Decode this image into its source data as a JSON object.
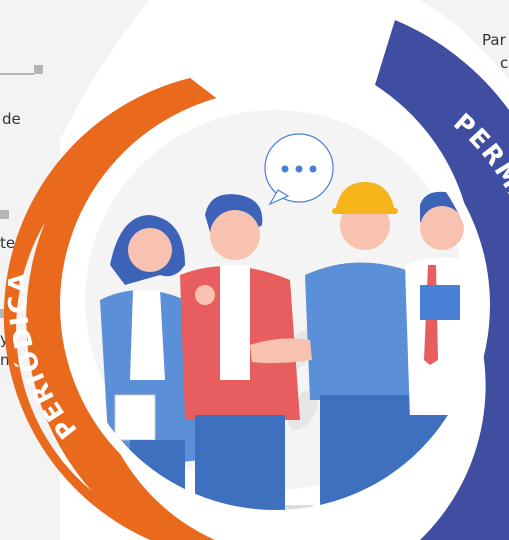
{
  "left_panel": {
    "texts": [
      "de",
      "te",
      "y",
      "n-"
    ]
  },
  "top_right": {
    "texts": [
      "Par",
      "c"
    ]
  },
  "arcs": {
    "left_label": "PERIÓDICA",
    "right_label": "PERMANENTE"
  },
  "colors": {
    "left_arc": "#ea6a1d",
    "right_arc": "#3f4ea0",
    "bubble_dots": "#4a7fd6",
    "helmet": "#f4b41a"
  },
  "icons": [
    "speech-bubble-icon",
    "hard-hat-icon"
  ]
}
